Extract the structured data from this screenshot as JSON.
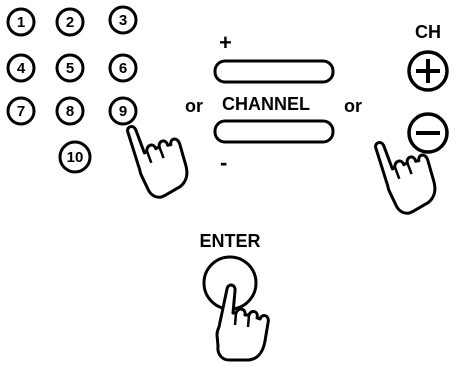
{
  "keypad": {
    "keys": [
      "1",
      "2",
      "3",
      "4",
      "5",
      "6",
      "7",
      "8",
      "9",
      "10"
    ]
  },
  "connectors": {
    "or_left": "or",
    "or_right": "or"
  },
  "channel_rocker": {
    "plus_label": "+",
    "label": "CHANNEL",
    "minus_label": "-"
  },
  "ch_buttons": {
    "title": "CH"
  },
  "enter_button": {
    "label": "ENTER"
  }
}
